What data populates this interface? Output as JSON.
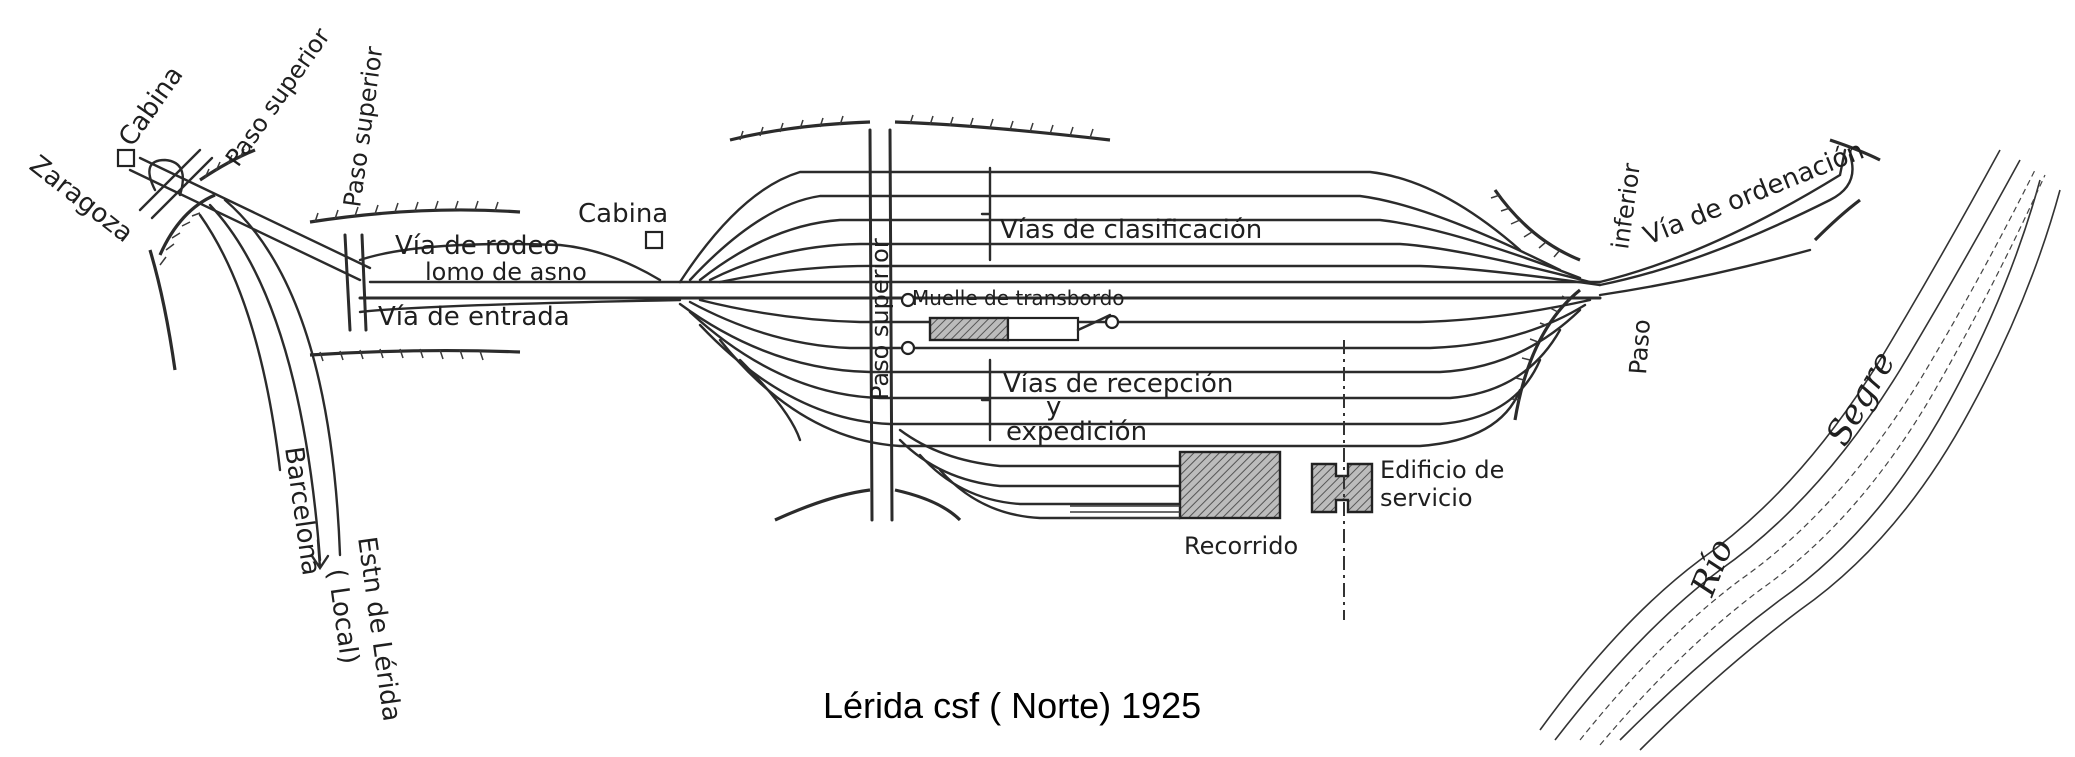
{
  "map": {
    "caption": "Lérida csf  ( Norte)    1925",
    "directions": {
      "zaragoza": "Zaragoza",
      "barcelona": "Barcelona",
      "estacion_line1": "Estn de Lérida",
      "estacion_line2": "( Local)"
    },
    "labels": {
      "cabina_left": "Cabina",
      "cabina_center": "Cabina",
      "paso_superior_1": "Paso superior",
      "paso_superior_2": "Paso superior",
      "paso_superior_3": "Paso superior",
      "via_rodeo": "Vía de rodeo",
      "lomo_asno": "lomo de asno",
      "via_entrada": "Vía de entrada",
      "vias_clasificacion": "Vías de clasificación",
      "muelle_transbordo": "Muelle de transbordo",
      "vias_recepcion": "Vías de recepción",
      "y": "y",
      "expedicion": "expedición",
      "edificio_line1": "Edificio de",
      "edificio_line2": "servicio",
      "recorrido": "Recorrido",
      "paso_inferior_a": "inferior",
      "paso_inferior_b": "Paso",
      "via_ordenacion": "Vía de ordenación",
      "rio_a": "Río",
      "rio_b": "Segre"
    }
  }
}
